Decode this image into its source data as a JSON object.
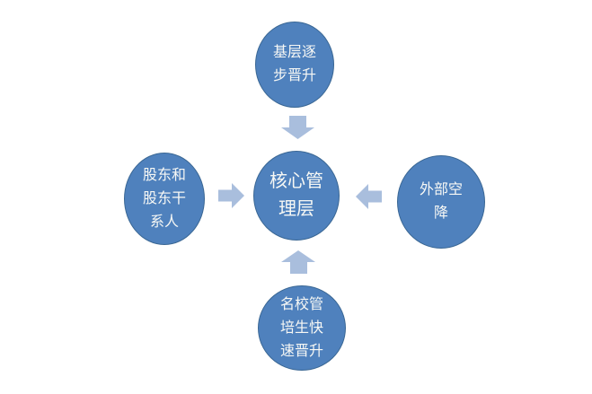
{
  "diagram": {
    "center_node": {
      "label": "核心管理层",
      "lines": [
        "核心管",
        "理层"
      ]
    },
    "nodes": [
      {
        "position": "top",
        "label": "基层逐步晋升",
        "lines": [
          "基层逐",
          "步晋升"
        ]
      },
      {
        "position": "left",
        "label": "股东和股东干系人",
        "lines": [
          "股东和",
          "股东干",
          "系人"
        ]
      },
      {
        "position": "right",
        "label": "外部空降",
        "lines": [
          "外部空",
          "降"
        ]
      },
      {
        "position": "bottom",
        "label": "名校管培生快速晋升",
        "lines": [
          "名校管",
          "培生快",
          "速晋升"
        ]
      }
    ],
    "arrows": [
      {
        "icon": "arrow-down-icon",
        "from": "top",
        "to": "center"
      },
      {
        "icon": "arrow-right-icon",
        "from": "left",
        "to": "center"
      },
      {
        "icon": "arrow-left-icon",
        "from": "right",
        "to": "center"
      },
      {
        "icon": "arrow-up-icon",
        "from": "bottom",
        "to": "center"
      }
    ],
    "colors": {
      "node_fill": "#4f81bd",
      "node_border": "#3a6794",
      "arrow_fill": "#a9bedd",
      "text": "#f7f8f5",
      "background": "#ffffff"
    }
  }
}
